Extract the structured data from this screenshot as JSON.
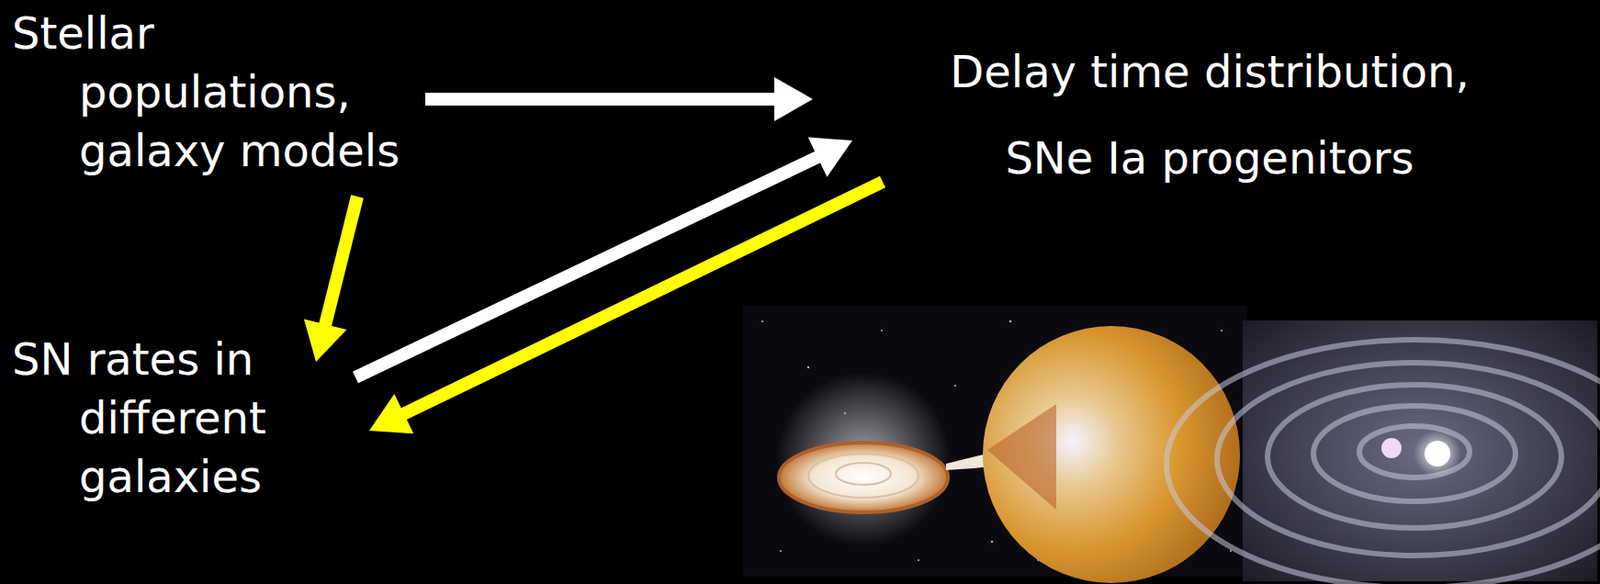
{
  "diagram": {
    "nodes": [
      {
        "text": [
          "Stellar populations, galaxy models"
        ]
      },
      {
        "text": [
          "Delay time distribution, SNe Ia progenitors"
        ]
      },
      {
        "text": [
          "SN rates in different galaxies"
        ]
      }
    ],
    "edges": [
      {
        "from": 0,
        "to": 1,
        "arrow": "to"
      },
      {
        "from": 0,
        "to": 2,
        "arrow": "to"
      },
      {
        "from": 2,
        "to": 1,
        "arrow": "to"
      },
      {
        "from": 1,
        "to": 2,
        "arrow": "to"
      }
    ]
  }
}
